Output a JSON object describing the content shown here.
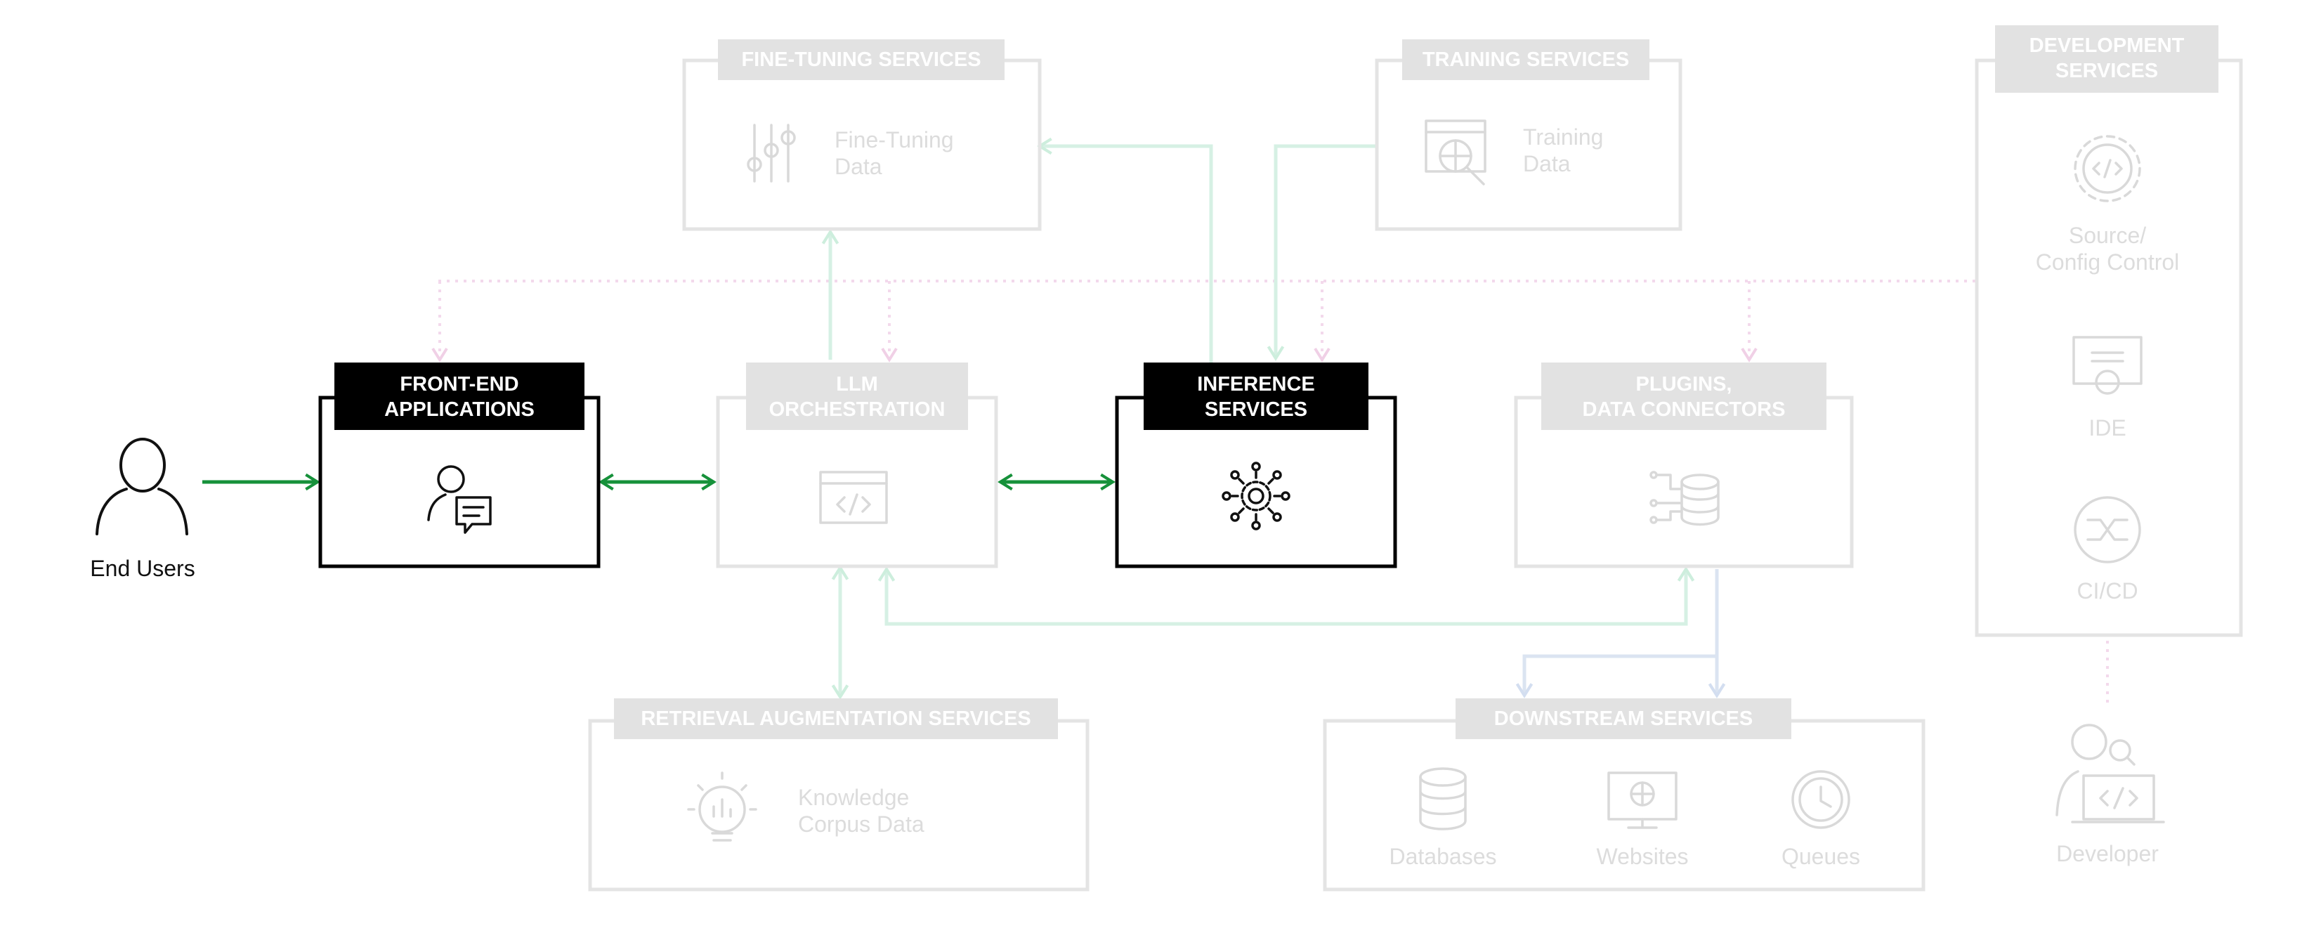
{
  "end_users": {
    "label": "End Users"
  },
  "boxes": {
    "fine_tuning": {
      "title": "FINE-TUNING SERVICES",
      "item": [
        "Fine-Tuning",
        "Data"
      ]
    },
    "training": {
      "title": "TRAINING SERVICES",
      "item": [
        "Training",
        "Data"
      ]
    },
    "development": {
      "title": [
        "DEVELOPMENT",
        "SERVICES"
      ],
      "items": [
        [
          "Source/",
          "Config Control"
        ],
        [
          "IDE"
        ],
        [
          "CI/CD"
        ]
      ]
    },
    "front_end": {
      "title": [
        "FRONT-END",
        "APPLICATIONS"
      ]
    },
    "llm": {
      "title": [
        "LLM",
        "ORCHESTRATION"
      ]
    },
    "inference": {
      "title": [
        "INFERENCE",
        "SERVICES"
      ]
    },
    "plugins": {
      "title": [
        "PLUGINS,",
        "DATA CONNECTORS"
      ]
    },
    "retrieval": {
      "title": "RETRIEVAL AUGMENTATION SERVICES",
      "item": [
        "Knowledge",
        "Corpus Data"
      ]
    },
    "downstream": {
      "title": "DOWNSTREAM SERVICES",
      "items": [
        "Databases",
        "Websites",
        "Queues"
      ]
    }
  },
  "developer": {
    "label": "Developer"
  },
  "colors": {
    "active": "#000000",
    "faded": "#e2e2e2",
    "arrow": "#16913a",
    "mint": "#d6f0e4",
    "pink": "#f3d9ec",
    "blue": "#dbe4f1"
  },
  "icons": [
    "user-icon",
    "chat-person-icon",
    "code-window-icon",
    "ai-chip-icon",
    "database-plug-icon",
    "sliders-icon",
    "web-search-icon",
    "gear-code-icon",
    "monitor-icon",
    "cicd-icon",
    "lightbulb-chart-icon",
    "database-icon",
    "globe-monitor-icon",
    "clock-icon",
    "developer-laptop-icon"
  ]
}
